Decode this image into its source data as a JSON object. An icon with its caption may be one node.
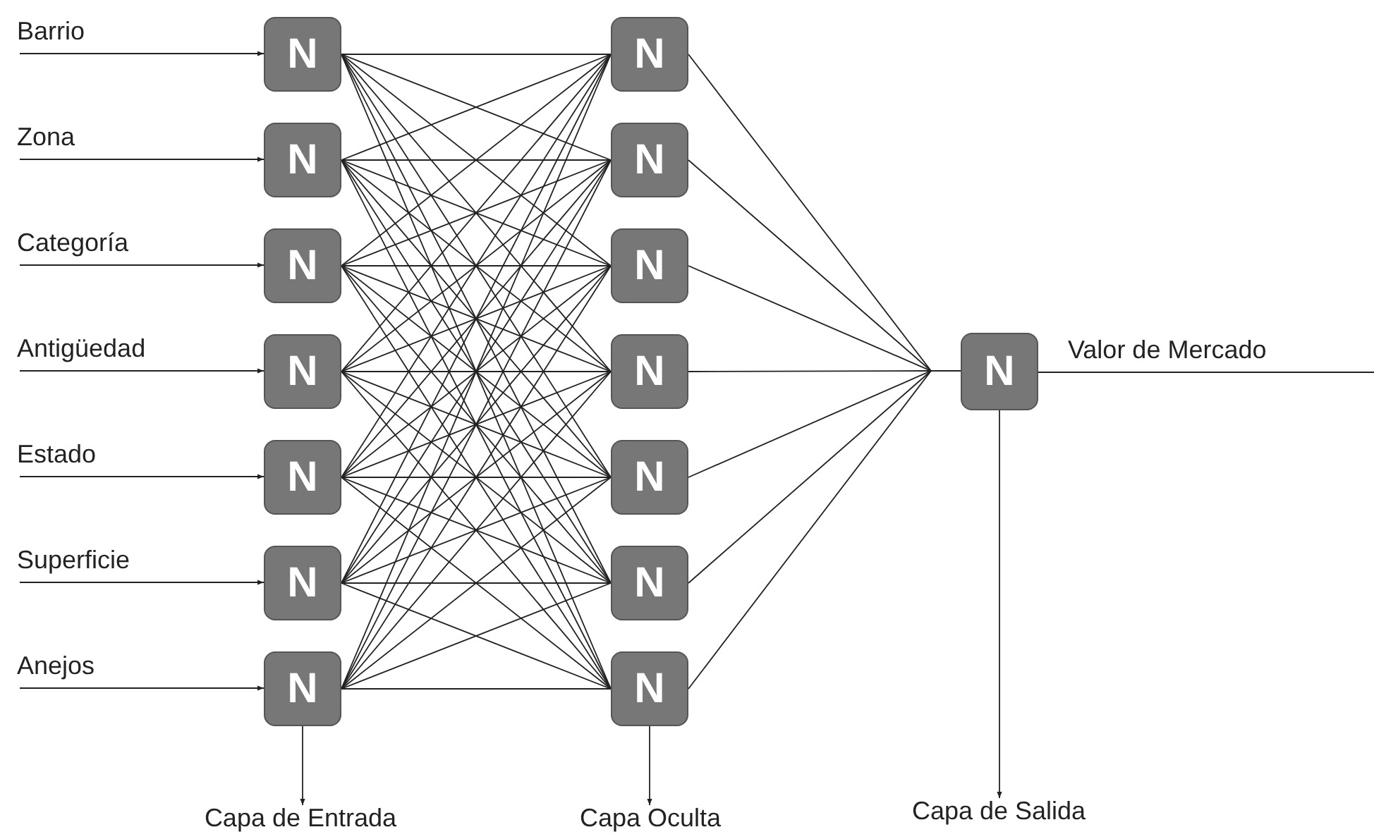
{
  "diagram": {
    "nodes": [
      {
        "text": [
          "Barrio"
        ]
      },
      {
        "text": [
          "Zona"
        ]
      },
      {
        "text": [
          "Categoría"
        ]
      },
      {
        "text": [
          "Antigüedad"
        ]
      },
      {
        "text": [
          "Estado"
        ]
      },
      {
        "text": [
          "Superficie"
        ]
      },
      {
        "text": [
          "Anejos"
        ]
      },
      {
        "text": [
          "N"
        ]
      },
      {
        "text": [
          "N"
        ]
      },
      {
        "text": [
          "N"
        ]
      },
      {
        "text": [
          "N"
        ]
      },
      {
        "text": [
          "N"
        ]
      },
      {
        "text": [
          "N"
        ]
      },
      {
        "text": [
          "N"
        ]
      },
      {
        "text": [
          "N"
        ]
      },
      {
        "text": [
          "N"
        ]
      },
      {
        "text": [
          "N"
        ]
      },
      {
        "text": [
          "N"
        ]
      },
      {
        "text": [
          "N"
        ]
      },
      {
        "text": [
          "N"
        ]
      },
      {
        "text": [
          "N"
        ]
      },
      {
        "text": [
          "N"
        ]
      },
      {
        "text": [
          "Valor de Mercado"
        ]
      },
      {
        "text": [
          "Capa de Entrada"
        ]
      },
      {
        "text": [
          "Capa Oculta"
        ]
      },
      {
        "text": [
          "Capa de Salida"
        ]
      }
    ],
    "edges": [
      {
        "from": 0,
        "to": 7,
        "arrow": "to"
      },
      {
        "from": 1,
        "to": 8,
        "arrow": "to"
      },
      {
        "from": 2,
        "to": 9,
        "arrow": "to"
      },
      {
        "from": 3,
        "to": 10,
        "arrow": "to"
      },
      {
        "from": 4,
        "to": 11,
        "arrow": "to"
      },
      {
        "from": 5,
        "to": 12,
        "arrow": "to"
      },
      {
        "from": 6,
        "to": 13,
        "arrow": "to"
      },
      {
        "from": 7,
        "to": 14,
        "arrow": "none"
      },
      {
        "from": 7,
        "to": 15,
        "arrow": "none"
      },
      {
        "from": 7,
        "to": 16,
        "arrow": "none"
      },
      {
        "from": 7,
        "to": 17,
        "arrow": "none"
      },
      {
        "from": 7,
        "to": 18,
        "arrow": "none"
      },
      {
        "from": 7,
        "to": 19,
        "arrow": "none"
      },
      {
        "from": 7,
        "to": 20,
        "arrow": "none"
      },
      {
        "from": 8,
        "to": 14,
        "arrow": "none"
      },
      {
        "from": 8,
        "to": 15,
        "arrow": "none"
      },
      {
        "from": 8,
        "to": 16,
        "arrow": "none"
      },
      {
        "from": 8,
        "to": 17,
        "arrow": "none"
      },
      {
        "from": 8,
        "to": 18,
        "arrow": "none"
      },
      {
        "from": 8,
        "to": 19,
        "arrow": "none"
      },
      {
        "from": 8,
        "to": 20,
        "arrow": "none"
      },
      {
        "from": 9,
        "to": 14,
        "arrow": "none"
      },
      {
        "from": 9,
        "to": 15,
        "arrow": "none"
      },
      {
        "from": 9,
        "to": 16,
        "arrow": "none"
      },
      {
        "from": 9,
        "to": 17,
        "arrow": "none"
      },
      {
        "from": 9,
        "to": 18,
        "arrow": "none"
      },
      {
        "from": 9,
        "to": 19,
        "arrow": "none"
      },
      {
        "from": 9,
        "to": 20,
        "arrow": "none"
      },
      {
        "from": 10,
        "to": 14,
        "arrow": "none"
      },
      {
        "from": 10,
        "to": 15,
        "arrow": "none"
      },
      {
        "from": 10,
        "to": 16,
        "arrow": "none"
      },
      {
        "from": 10,
        "to": 17,
        "arrow": "none"
      },
      {
        "from": 10,
        "to": 18,
        "arrow": "none"
      },
      {
        "from": 10,
        "to": 19,
        "arrow": "none"
      },
      {
        "from": 10,
        "to": 20,
        "arrow": "none"
      },
      {
        "from": 11,
        "to": 14,
        "arrow": "none"
      },
      {
        "from": 11,
        "to": 15,
        "arrow": "none"
      },
      {
        "from": 11,
        "to": 16,
        "arrow": "none"
      },
      {
        "from": 11,
        "to": 17,
        "arrow": "none"
      },
      {
        "from": 11,
        "to": 18,
        "arrow": "none"
      },
      {
        "from": 11,
        "to": 19,
        "arrow": "none"
      },
      {
        "from": 11,
        "to": 20,
        "arrow": "none"
      },
      {
        "from": 12,
        "to": 14,
        "arrow": "none"
      },
      {
        "from": 12,
        "to": 15,
        "arrow": "none"
      },
      {
        "from": 12,
        "to": 16,
        "arrow": "none"
      },
      {
        "from": 12,
        "to": 17,
        "arrow": "none"
      },
      {
        "from": 12,
        "to": 18,
        "arrow": "none"
      },
      {
        "from": 12,
        "to": 19,
        "arrow": "none"
      },
      {
        "from": 12,
        "to": 20,
        "arrow": "none"
      },
      {
        "from": 13,
        "to": 14,
        "arrow": "none"
      },
      {
        "from": 13,
        "to": 15,
        "arrow": "none"
      },
      {
        "from": 13,
        "to": 16,
        "arrow": "none"
      },
      {
        "from": 13,
        "to": 17,
        "arrow": "none"
      },
      {
        "from": 13,
        "to": 18,
        "arrow": "none"
      },
      {
        "from": 13,
        "to": 19,
        "arrow": "none"
      },
      {
        "from": 13,
        "to": 20,
        "arrow": "none"
      },
      {
        "from": 14,
        "to": 21,
        "arrow": "none"
      },
      {
        "from": 15,
        "to": 21,
        "arrow": "none"
      },
      {
        "from": 16,
        "to": 21,
        "arrow": "none"
      },
      {
        "from": 17,
        "to": 21,
        "arrow": "none"
      },
      {
        "from": 18,
        "to": 21,
        "arrow": "none"
      },
      {
        "from": 19,
        "to": 21,
        "arrow": "none"
      },
      {
        "from": 20,
        "to": 21,
        "arrow": "none"
      },
      {
        "from": 21,
        "to": 22,
        "arrow": "none"
      },
      {
        "from": 13,
        "to": 23,
        "arrow": "to"
      },
      {
        "from": 20,
        "to": 24,
        "arrow": "to"
      },
      {
        "from": 21,
        "to": 25,
        "arrow": "to"
      }
    ]
  }
}
